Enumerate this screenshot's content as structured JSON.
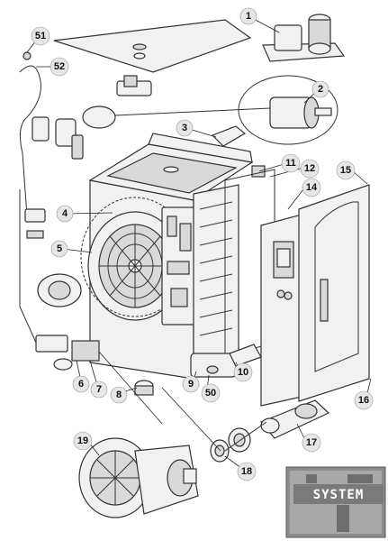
{
  "callouts": [
    {
      "id": "1",
      "label": "1"
    },
    {
      "id": "2",
      "label": "2"
    },
    {
      "id": "3",
      "label": "3"
    },
    {
      "id": "4",
      "label": "4"
    },
    {
      "id": "5",
      "label": "5"
    },
    {
      "id": "6",
      "label": "6"
    },
    {
      "id": "7",
      "label": "7"
    },
    {
      "id": "8",
      "label": "8"
    },
    {
      "id": "9",
      "label": "9"
    },
    {
      "id": "10",
      "label": "10"
    },
    {
      "id": "11",
      "label": "11"
    },
    {
      "id": "12",
      "label": "12"
    },
    {
      "id": "14",
      "label": "14"
    },
    {
      "id": "15",
      "label": "15"
    },
    {
      "id": "16",
      "label": "16"
    },
    {
      "id": "17",
      "label": "17"
    },
    {
      "id": "18",
      "label": "18"
    },
    {
      "id": "19",
      "label": "19"
    },
    {
      "id": "50",
      "label": "50"
    },
    {
      "id": "51",
      "label": "51"
    },
    {
      "id": "52",
      "label": "52"
    }
  ],
  "logo": {
    "text": "SYSTEM"
  }
}
